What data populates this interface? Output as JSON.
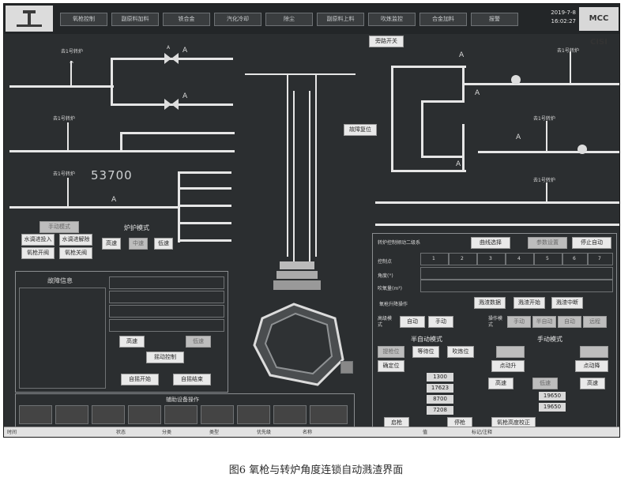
{
  "nav": {
    "items": [
      "氧枪控制",
      "副原料加料",
      "铁合金",
      "汽化冷却",
      "除尘",
      "副原料上料",
      "吹炼监控",
      "合金加料",
      "报警"
    ],
    "date": "2019-7-8",
    "time": "16:02:27",
    "logo_right": "MCC CISI"
  },
  "big_value": "53700",
  "labels": {
    "valve_a": "A",
    "feed_left_top": "去1号转炉",
    "feed_left_mid": "去1号转炉",
    "feed_left_low": "去1号转炉",
    "feed_right_top": "去1号转炉",
    "feed_right_mid": "去1号转炉",
    "feed_right_low": "去1号转炉",
    "fault_reset": "故障复位",
    "top_right_btn": "旁路开关",
    "furnace_mode": "炉护模式"
  },
  "left_controls": {
    "mode_label": "手动模式",
    "btn_water_in": "水调进投入",
    "btn_water_out": "水调进解除",
    "btn_lance_open": "氧枪开阀",
    "btn_lance_close": "氧枪关阀",
    "speed_high": "高速",
    "speed_mid": "中速",
    "speed_low": "低速"
  },
  "fault_panel": {
    "title": "故障信息",
    "btn_high": "高速",
    "btn_low": "低速",
    "btn_manual": "摇动控制",
    "btn_start": "自摇开始",
    "btn_end": "自摇结束"
  },
  "aux_bar": {
    "title": "辅助设备操作"
  },
  "right_panel": {
    "header_label": "转炉控制倾动二级系",
    "btn_curve": "曲线选择",
    "btn_param": "参数设置",
    "btn_stop": "停止自动",
    "row_labels": [
      "控制点",
      "角度(°)",
      "吹氧量(m³)"
    ],
    "col_headers": [
      "1",
      "2",
      "3",
      "4",
      "5",
      "6",
      "7"
    ],
    "op_label": "氧枪升降操作",
    "btn_slag_set": "溅渣数据",
    "btn_slag_start": "溅渣开始",
    "btn_slag_stop": "溅渣中断",
    "mode_a": "高级模式",
    "btn_auto_a": "自动",
    "btn_manual_a": "手动",
    "mode_b": "操作模式",
    "btn_manual_b": "手动",
    "btn_semi_b": "半自动",
    "btn_auto_b": "自动",
    "btn_remote_b": "远程",
    "semi_title": "半自动模式",
    "btn_wait": "等待位",
    "btn_blow": "吹炼位",
    "btn_lift": "提枪位",
    "btn_confirm": "确定位",
    "manual_title": "手动模式",
    "btn_raise": "点动升",
    "btn_lower": "点动降",
    "btn_hi1": "高速",
    "btn_lo1": "低速",
    "btn_hi2": "高速",
    "values_left": [
      "1300",
      "17623",
      "8700",
      "7208"
    ],
    "values_right": [
      "19650",
      "19650"
    ],
    "btn_start_lance": "启枪",
    "btn_stop_lance": "停枪",
    "btn_calib": "氧枪高度校正"
  },
  "bottom_bar": [
    "时间",
    "状态",
    "分类",
    "类型",
    "优先级",
    "名称",
    "值",
    "标记/注释"
  ],
  "caption": "图6 氧枪与转炉角度连锁自动溅渣界面"
}
